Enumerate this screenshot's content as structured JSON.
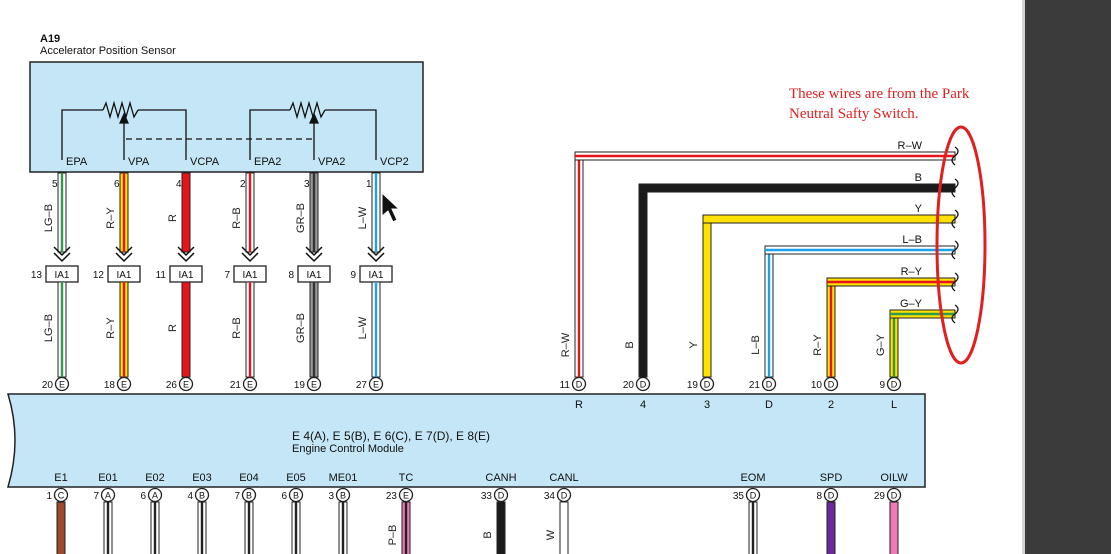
{
  "sensor": {
    "ref": "A19",
    "name": "Accelerator Position Sensor",
    "pins": [
      {
        "label": "EPA",
        "num": "5"
      },
      {
        "label": "VPA",
        "num": "6"
      },
      {
        "label": "VCPA",
        "num": "4"
      },
      {
        "label": "EPA2",
        "num": "2"
      },
      {
        "label": "VPA2",
        "num": "3"
      },
      {
        "label": "VCP2",
        "num": "1"
      }
    ]
  },
  "upper_wires": [
    {
      "color_code": "LG–B",
      "inline_num": "13",
      "connector": "IA1",
      "lower_code": "LG–B",
      "ecm_num": "20",
      "ecm_letter": "E",
      "ecm_label": "EPA",
      "fill": "#ffffff",
      "stripe": "#2e9a4a"
    },
    {
      "color_code": "R–Y",
      "inline_num": "12",
      "connector": "IA1",
      "lower_code": "R–Y",
      "ecm_num": "18",
      "ecm_letter": "E",
      "ecm_label": "VPA",
      "fill": "#ffe100",
      "stripe": "#e8141c"
    },
    {
      "color_code": "R",
      "inline_num": "11",
      "connector": "IA1",
      "lower_code": "R",
      "ecm_num": "26",
      "ecm_letter": "E",
      "ecm_label": "VCPA",
      "fill": "#e8141c",
      "stripe": "#e8141c"
    },
    {
      "color_code": "R–B",
      "inline_num": "7",
      "connector": "IA1",
      "lower_code": "R–B",
      "ecm_num": "21",
      "ecm_letter": "E",
      "ecm_label": "EPA2",
      "fill": "#ffffff",
      "stripe": "#e8141c"
    },
    {
      "color_code": "GR–B",
      "inline_num": "8",
      "connector": "IA1",
      "lower_code": "GR–B",
      "ecm_num": "19",
      "ecm_letter": "E",
      "ecm_label": "VPA2",
      "fill": "#9a9a9a",
      "stripe": "#333333"
    },
    {
      "color_code": "L–W",
      "inline_num": "9",
      "connector": "IA1",
      "lower_code": "L–W",
      "ecm_num": "27",
      "ecm_letter": "E",
      "ecm_label": "VCP2",
      "fill": "#ffffff",
      "stripe": "#1aa3e8"
    }
  ],
  "right_wires": [
    {
      "top_code": "R–W",
      "side_code": "R–W",
      "ecm_num": "11",
      "ecm_letter": "D",
      "ecm_label": "R",
      "fill": "#ffffff",
      "stripe": "#e8141c"
    },
    {
      "top_code": "B",
      "side_code": "B",
      "ecm_num": "20",
      "ecm_letter": "D",
      "ecm_label": "4",
      "fill": "#1a1a1a",
      "stripe": "#1a1a1a"
    },
    {
      "top_code": "Y",
      "side_code": "Y",
      "ecm_num": "19",
      "ecm_letter": "D",
      "ecm_label": "3",
      "fill": "#ffe100",
      "stripe": "#ffe100"
    },
    {
      "top_code": "L–B",
      "side_code": "L–B",
      "ecm_num": "21",
      "ecm_letter": "D",
      "ecm_label": "D",
      "fill": "#ffffff",
      "stripe": "#1aa3e8"
    },
    {
      "top_code": "R–Y",
      "side_code": "R–Y",
      "ecm_num": "10",
      "ecm_letter": "D",
      "ecm_label": "2",
      "fill": "#ffe100",
      "stripe": "#e8141c"
    },
    {
      "top_code": "G–Y",
      "side_code": "G–Y",
      "ecm_num": "9",
      "ecm_letter": "D",
      "ecm_label": "L",
      "fill": "#ffe100",
      "stripe": "#2e9a4a"
    }
  ],
  "ecm": {
    "connectors": "E 4(A), E 5(B), E 6(C), E 7(D), E 8(E)",
    "name": "Engine Control Module"
  },
  "bottom_pins": [
    {
      "label": "E1",
      "num": "1",
      "letter": "C",
      "code": "",
      "fill": "#9a4a2a",
      "stripe": "#9a4a2a"
    },
    {
      "label": "E01",
      "num": "7",
      "letter": "A",
      "code": "",
      "fill": "#ffffff",
      "stripe": "#222222"
    },
    {
      "label": "E02",
      "num": "6",
      "letter": "A",
      "code": "",
      "fill": "#ffffff",
      "stripe": "#222222"
    },
    {
      "label": "E03",
      "num": "4",
      "letter": "B",
      "code": "",
      "fill": "#ffffff",
      "stripe": "#222222"
    },
    {
      "label": "E04",
      "num": "7",
      "letter": "B",
      "code": "",
      "fill": "#ffffff",
      "stripe": "#222222"
    },
    {
      "label": "E05",
      "num": "6",
      "letter": "B",
      "code": "",
      "fill": "#ffffff",
      "stripe": "#222222"
    },
    {
      "label": "ME01",
      "num": "3",
      "letter": "B",
      "code": "",
      "fill": "#ffffff",
      "stripe": "#222222"
    },
    {
      "label": "TC",
      "num": "23",
      "letter": "E",
      "code": "P–B",
      "fill": "#f07ab8",
      "stripe": "#222222"
    },
    {
      "label": "CANH",
      "num": "33",
      "letter": "D",
      "code": "B",
      "fill": "#1a1a1a",
      "stripe": "#1a1a1a"
    },
    {
      "label": "CANL",
      "num": "34",
      "letter": "D",
      "code": "W",
      "fill": "#ffffff",
      "stripe": "#ffffff"
    },
    {
      "label": "EOM",
      "num": "35",
      "letter": "D",
      "code": "",
      "fill": "#ffffff",
      "stripe": "#222222"
    },
    {
      "label": "SPD",
      "num": "8",
      "letter": "D",
      "code": "",
      "fill": "#6a2a9a",
      "stripe": "#6a2a9a"
    },
    {
      "label": "OILW",
      "num": "29",
      "letter": "D",
      "code": "",
      "fill": "#f07ab8",
      "stripe": "#f07ab8"
    }
  ],
  "annotation": {
    "line1": "These wires are from the Park",
    "line2": "Neutral Safty Switch.",
    "color": "#e02020"
  },
  "colors": {
    "box_fill": "#c4e6f6",
    "outline": "#222222"
  }
}
